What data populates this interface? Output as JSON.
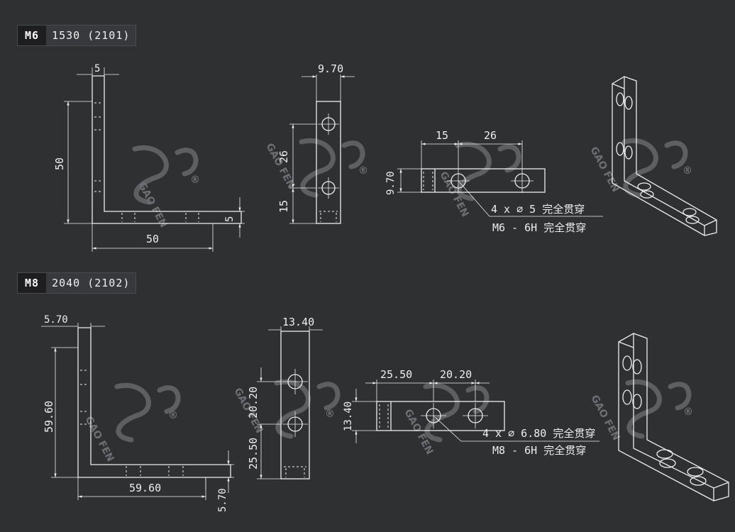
{
  "sections": [
    {
      "size": "M6",
      "profile": "1530 (2101)"
    },
    {
      "size": "M8",
      "profile": "2040 (2102)"
    }
  ],
  "m6": {
    "side": {
      "top": "5",
      "height": "50",
      "width": "50",
      "thick": "5"
    },
    "front": {
      "width": "9.70",
      "pitch": "26",
      "edge": "15"
    },
    "plan": {
      "edge": "15",
      "pitch": "26",
      "height": "9.70",
      "note1": "4 x ∅ 5 完全贯穿",
      "note2": "M6 - 6H 完全贯穿"
    }
  },
  "m8": {
    "side": {
      "top": "5.70",
      "height": "59.60",
      "width": "59.60",
      "thick": "5.70"
    },
    "front": {
      "width": "13.40",
      "pitch": "20.20",
      "edge": "25.50"
    },
    "plan": {
      "edge": "25.50",
      "pitch": "20.20",
      "height": "13.40",
      "note1": "4 x ∅ 6.80 完全贯穿",
      "note2": "M8 - 6H 完全贯穿"
    }
  },
  "watermark": {
    "text": "GAO FEN",
    "mark": "®"
  }
}
